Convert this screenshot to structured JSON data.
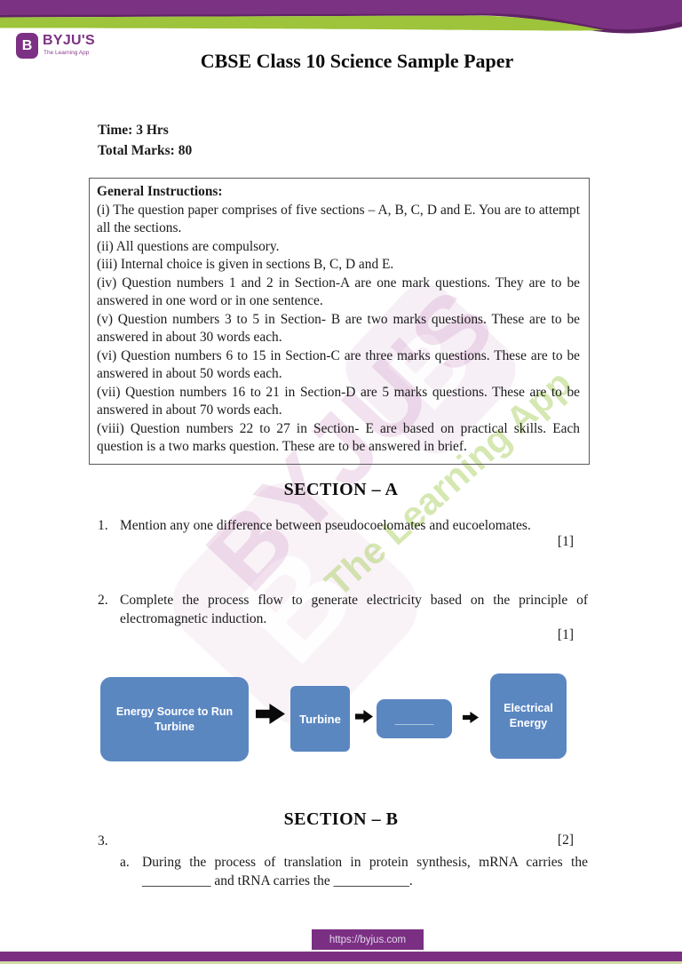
{
  "header": {
    "logo": {
      "brand": "BYJU'S",
      "tagline": "The Learning App",
      "badge_letter": "B"
    },
    "title": "CBSE Class 10 Science Sample Paper"
  },
  "meta": {
    "time": "Time: 3 Hrs",
    "total_marks": "Total Marks: 80"
  },
  "instructions": {
    "heading": "General Instructions:",
    "items": [
      "(i) The question paper comprises of five sections – A, B, C, D and E. You are to attempt all the sections.",
      "(ii) All questions are compulsory.",
      "(iii) Internal choice is given in sections B, C, D and E.",
      "(iv) Question numbers 1 and 2 in Section-A are one mark questions. They are to be answered in one word or in one sentence.",
      "(v) Question numbers 3 to 5 in Section- B are two marks questions. These are to be answered in about 30 words each.",
      "(vi) Question numbers 6 to 15 in Section-C are three marks questions. These are to be answered in about 50 words each.",
      "(vii) Question numbers 16 to 21 in Section-D are 5 marks questions. These are to be answered in about 70 words each.",
      "(viii) Question numbers 22 to 27 in Section- E are based on practical skills. Each question is a two marks question. These are to be answered in brief."
    ]
  },
  "section_a": {
    "heading": "SECTION – A",
    "q1": {
      "number": "1.",
      "text": "Mention any one difference between pseudocoelomates and eucoelomates.",
      "marks": "[1]"
    },
    "q2": {
      "number": "2.",
      "text": "Complete the process flow to generate electricity based on the principle of electromagnetic induction.",
      "marks": "[1]"
    }
  },
  "diagram": {
    "box1": "Energy Source to Run Turbine",
    "box2": "Turbine",
    "box3_blank": "______",
    "box4": "Electrical Energy"
  },
  "section_b": {
    "heading": "SECTION – B",
    "q3": {
      "number": "3.",
      "marks": "[2]",
      "a_label": "a.",
      "a_text": "During the process of translation in protein synthesis, mRNA carries the __________ and tRNA carries the ___________."
    }
  },
  "footer": {
    "url": "https://byjus.com"
  },
  "watermark": {
    "brand": "BYJU'S",
    "tagline": "The Learning App",
    "badge_letter": "B"
  },
  "colors": {
    "brand_purple": "#7c3283",
    "brand_purple_dark": "#5f2365",
    "brand_green": "#9dc43a",
    "diagram_box_blue": "#5b87c1",
    "footer_strip_green": "#d3dba4"
  }
}
